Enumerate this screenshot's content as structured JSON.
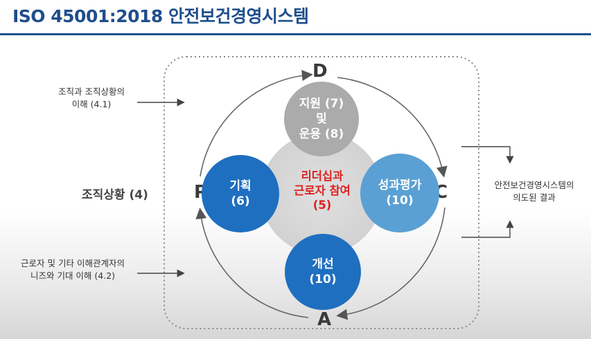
{
  "title": "ISO 45001:2018 안전보건경영시스템",
  "left": {
    "context_issue_line1": "조직과 조직상황의",
    "context_issue_line2": "이해 (4.1)",
    "context_label": "조직상황 (4)",
    "parties_line1": "근로자 및 기타 이해관계자의",
    "parties_line2": "니즈와 기대 이해 (4.2)"
  },
  "right": {
    "outcome_line1": "안전보건경영시스템의",
    "outcome_line2": "의도된 결과"
  },
  "pdca": {
    "p": "P",
    "d": "D",
    "c": "C",
    "a": "A"
  },
  "circles": {
    "support": {
      "line1": "지원 (7)",
      "line2": "및",
      "line3": "운용 (8)"
    },
    "planning": {
      "line1": "기획",
      "line2": "(6)"
    },
    "evaluation": {
      "line1": "성과평가",
      "line2": "(10)"
    },
    "improvement": {
      "line1": "개선",
      "line2": "(10)"
    },
    "leadership": {
      "line1": "리더십과",
      "line2": "근로자 참여",
      "line3": "(5)"
    }
  },
  "colors": {
    "title": "#1f4e8c",
    "planning": "#1f6fc0",
    "evaluation": "#5aa0d4",
    "improvement": "#1f6fc0",
    "support": "#ababab",
    "leadership_text": "#e02020",
    "core": "#d9d9d9"
  }
}
